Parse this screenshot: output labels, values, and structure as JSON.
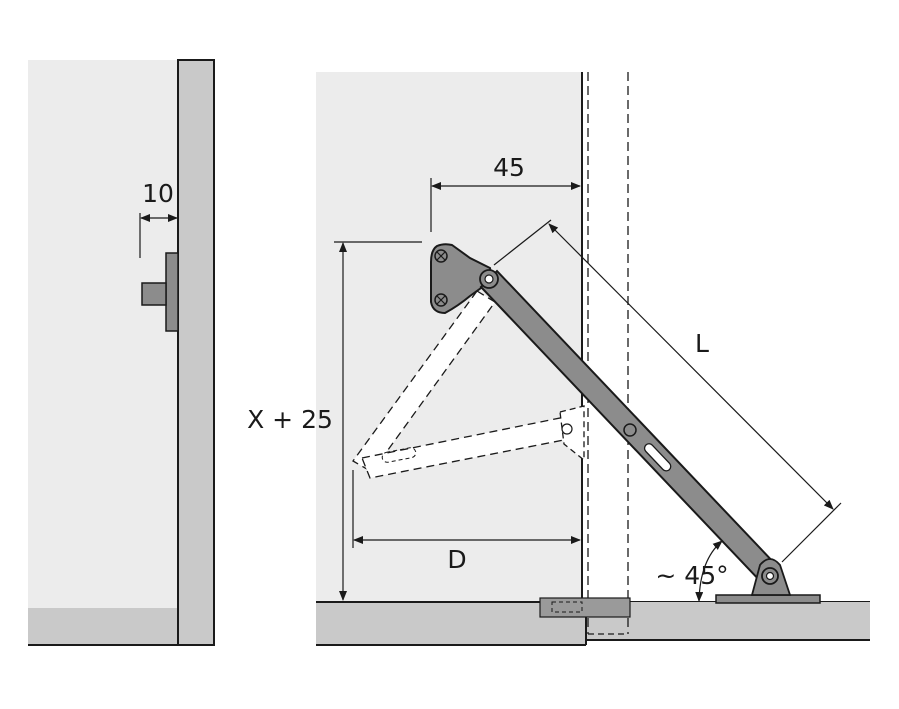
{
  "labels": {
    "dim_10": "10",
    "dim_45": "45",
    "dim_L": "L",
    "dim_x25": "X + 25",
    "dim_D": "D",
    "dim_angle": "~ 45°"
  },
  "colors": {
    "panel_fill": "#ececec",
    "panel_stroke": "#1a1a1a",
    "door_fill": "#c9c9c9",
    "base_fill": "#c9c9c9",
    "stay_fill": "#8c8c8c",
    "stay_stroke": "#1a1a1a",
    "ghost_fill": "#ffffff"
  }
}
